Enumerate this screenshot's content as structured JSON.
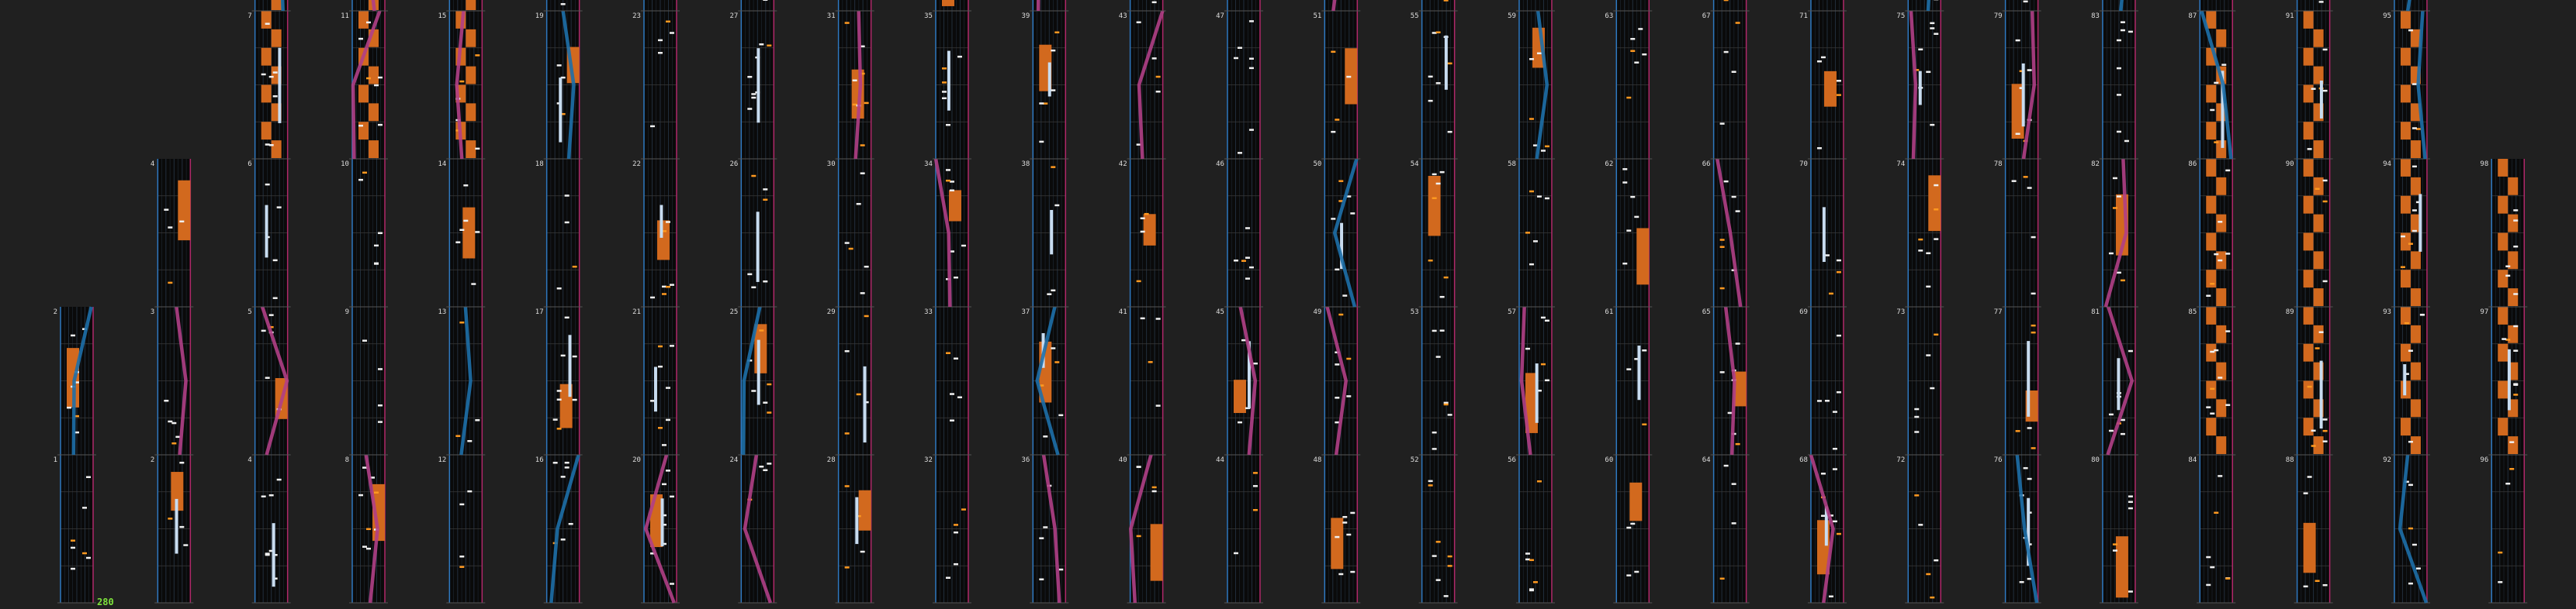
{
  "combo": "280",
  "colors": {
    "background": "#202020",
    "lane_bg": "#0a0a0a",
    "grid": "#2c3e52",
    "left_edge": "#2e78c0",
    "right_edge": "#b0286a",
    "hold": "#d2691e",
    "hold_dark": "#8b3a0a",
    "note": "#f0f0f0",
    "blue_laser": "#1d6fa8",
    "pink_laser": "#b03f86",
    "orange_note": "#ff9920",
    "long_fx": "#c8dcf0",
    "label": "#dddddd"
  },
  "measures": [
    {
      "n": "1",
      "col": 0,
      "row": 0
    },
    {
      "n": "2",
      "col": 0,
      "row": 1
    },
    {
      "n": "2",
      "col": 1,
      "row": 0
    },
    {
      "n": "3",
      "col": 1,
      "row": 1
    },
    {
      "n": "4",
      "col": 1,
      "row": 2
    },
    {
      "n": "4",
      "col": 2,
      "row": 0
    },
    {
      "n": "5",
      "col": 2,
      "row": 1
    },
    {
      "n": "6",
      "col": 2,
      "row": 2
    },
    {
      "n": "7",
      "col": 2,
      "row": 3
    },
    {
      "n": "8",
      "col": 2,
      "row": 4
    },
    {
      "n": "8",
      "col": 3,
      "row": 0
    },
    {
      "n": "9",
      "col": 3,
      "row": 1
    },
    {
      "n": "10",
      "col": 3,
      "row": 2
    },
    {
      "n": "11",
      "col": 3,
      "row": 3
    },
    {
      "n": "12",
      "col": 3,
      "row": 4
    },
    {
      "n": "12",
      "col": 4,
      "row": 0
    },
    {
      "n": "13",
      "col": 4,
      "row": 1
    },
    {
      "n": "14",
      "col": 4,
      "row": 2
    },
    {
      "n": "15",
      "col": 4,
      "row": 3
    },
    {
      "n": "16",
      "col": 4,
      "row": 4
    },
    {
      "n": "16",
      "col": 5,
      "row": 0
    },
    {
      "n": "17",
      "col": 5,
      "row": 1
    },
    {
      "n": "18",
      "col": 5,
      "row": 2
    },
    {
      "n": "19",
      "col": 5,
      "row": 3
    },
    {
      "n": "20",
      "col": 5,
      "row": 4
    },
    {
      "n": "20",
      "col": 6,
      "row": 0
    },
    {
      "n": "21",
      "col": 6,
      "row": 1
    },
    {
      "n": "22",
      "col": 6,
      "row": 2
    },
    {
      "n": "23",
      "col": 6,
      "row": 3
    },
    {
      "n": "24",
      "col": 6,
      "row": 4
    },
    {
      "n": "24",
      "col": 7,
      "row": 0
    },
    {
      "n": "25",
      "col": 7,
      "row": 1
    },
    {
      "n": "26",
      "col": 7,
      "row": 2
    },
    {
      "n": "27",
      "col": 7,
      "row": 3
    },
    {
      "n": "28",
      "col": 7,
      "row": 4
    },
    {
      "n": "28",
      "col": 8,
      "row": 0
    },
    {
      "n": "29",
      "col": 8,
      "row": 1
    },
    {
      "n": "30",
      "col": 8,
      "row": 2
    },
    {
      "n": "31",
      "col": 8,
      "row": 3
    },
    {
      "n": "32",
      "col": 8,
      "row": 4
    },
    {
      "n": "32",
      "col": 9,
      "row": 0
    },
    {
      "n": "33",
      "col": 9,
      "row": 1
    },
    {
      "n": "34",
      "col": 9,
      "row": 2
    },
    {
      "n": "35",
      "col": 9,
      "row": 3
    },
    {
      "n": "36",
      "col": 9,
      "row": 4
    },
    {
      "n": "36",
      "col": 10,
      "row": 0
    },
    {
      "n": "37",
      "col": 10,
      "row": 1
    },
    {
      "n": "38",
      "col": 10,
      "row": 2
    },
    {
      "n": "39",
      "col": 10,
      "row": 3
    },
    {
      "n": "40",
      "col": 10,
      "row": 4
    },
    {
      "n": "40",
      "col": 11,
      "row": 0
    },
    {
      "n": "41",
      "col": 11,
      "row": 1
    },
    {
      "n": "42",
      "col": 11,
      "row": 2
    },
    {
      "n": "43",
      "col": 11,
      "row": 3
    },
    {
      "n": "44",
      "col": 11,
      "row": 4
    },
    {
      "n": "44",
      "col": 12,
      "row": 0
    },
    {
      "n": "45",
      "col": 12,
      "row": 1
    },
    {
      "n": "46",
      "col": 12,
      "row": 2
    },
    {
      "n": "47",
      "col": 12,
      "row": 3
    },
    {
      "n": "48",
      "col": 12,
      "row": 4
    },
    {
      "n": "48",
      "col": 13,
      "row": 0
    },
    {
      "n": "49",
      "col": 13,
      "row": 1
    },
    {
      "n": "50",
      "col": 13,
      "row": 2
    },
    {
      "n": "51",
      "col": 13,
      "row": 3
    },
    {
      "n": "52",
      "col": 13,
      "row": 4
    },
    {
      "n": "52",
      "col": 14,
      "row": 0
    },
    {
      "n": "53",
      "col": 14,
      "row": 1
    },
    {
      "n": "54",
      "col": 14,
      "row": 2
    },
    {
      "n": "55",
      "col": 14,
      "row": 3
    },
    {
      "n": "56",
      "col": 14,
      "row": 4
    },
    {
      "n": "56",
      "col": 15,
      "row": 0
    },
    {
      "n": "57",
      "col": 15,
      "row": 1
    },
    {
      "n": "58",
      "col": 15,
      "row": 2
    },
    {
      "n": "59",
      "col": 15,
      "row": 3
    },
    {
      "n": "60",
      "col": 15,
      "row": 4
    },
    {
      "n": "60",
      "col": 16,
      "row": 0
    },
    {
      "n": "61",
      "col": 16,
      "row": 1
    },
    {
      "n": "62",
      "col": 16,
      "row": 2
    },
    {
      "n": "63",
      "col": 16,
      "row": 3
    },
    {
      "n": "64",
      "col": 16,
      "row": 4
    },
    {
      "n": "64",
      "col": 17,
      "row": 0
    },
    {
      "n": "65",
      "col": 17,
      "row": 1
    },
    {
      "n": "66",
      "col": 17,
      "row": 2
    },
    {
      "n": "67",
      "col": 17,
      "row": 3
    },
    {
      "n": "68",
      "col": 17,
      "row": 4
    },
    {
      "n": "68",
      "col": 18,
      "row": 0
    },
    {
      "n": "69",
      "col": 18,
      "row": 1
    },
    {
      "n": "70",
      "col": 18,
      "row": 2
    },
    {
      "n": "71",
      "col": 18,
      "row": 3
    },
    {
      "n": "72",
      "col": 18,
      "row": 4
    },
    {
      "n": "72",
      "col": 19,
      "row": 0
    },
    {
      "n": "73",
      "col": 19,
      "row": 1
    },
    {
      "n": "74",
      "col": 19,
      "row": 2
    },
    {
      "n": "75",
      "col": 19,
      "row": 3
    },
    {
      "n": "76",
      "col": 19,
      "row": 4
    },
    {
      "n": "76",
      "col": 20,
      "row": 0
    },
    {
      "n": "77",
      "col": 20,
      "row": 1
    },
    {
      "n": "78",
      "col": 20,
      "row": 2
    },
    {
      "n": "79",
      "col": 20,
      "row": 3
    },
    {
      "n": "80",
      "col": 20,
      "row": 4
    },
    {
      "n": "80",
      "col": 21,
      "row": 0
    },
    {
      "n": "81",
      "col": 21,
      "row": 1
    },
    {
      "n": "82",
      "col": 21,
      "row": 2
    },
    {
      "n": "83",
      "col": 21,
      "row": 3
    },
    {
      "n": "84",
      "col": 21,
      "row": 4
    },
    {
      "n": "84",
      "col": 22,
      "row": 0
    },
    {
      "n": "85",
      "col": 22,
      "row": 1
    },
    {
      "n": "86",
      "col": 22,
      "row": 2
    },
    {
      "n": "87",
      "col": 22,
      "row": 3
    },
    {
      "n": "88",
      "col": 22,
      "row": 4
    },
    {
      "n": "88",
      "col": 23,
      "row": 0
    },
    {
      "n": "89",
      "col": 23,
      "row": 1
    },
    {
      "n": "90",
      "col": 23,
      "row": 2
    },
    {
      "n": "91",
      "col": 23,
      "row": 3
    },
    {
      "n": "92",
      "col": 23,
      "row": 4
    },
    {
      "n": "92",
      "col": 24,
      "row": 0
    },
    {
      "n": "93",
      "col": 24,
      "row": 1
    },
    {
      "n": "94",
      "col": 24,
      "row": 2
    },
    {
      "n": "95",
      "col": 24,
      "row": 3
    },
    {
      "n": "96",
      "col": 24,
      "row": 4
    },
    {
      "n": "96",
      "col": 25,
      "row": 0
    },
    {
      "n": "97",
      "col": 25,
      "row": 1
    },
    {
      "n": "98",
      "col": 25,
      "row": 2
    }
  ]
}
